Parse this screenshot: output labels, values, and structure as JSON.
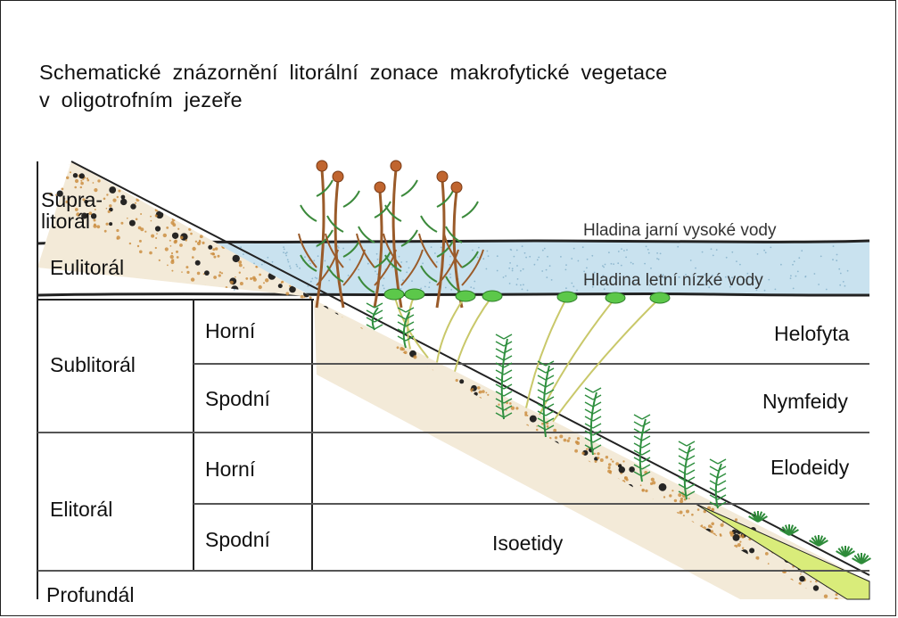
{
  "title": {
    "line1": "Schematické znázornění litorální zonace makrofytické vegetace",
    "line2": "v oligotrofním jezeře"
  },
  "zones": {
    "supralitoral_line1": "Supra-",
    "supralitoral_line2": "litorál",
    "eulitoral": "Eulitorál",
    "sublitoral": "Sublitorál",
    "elitoral": "Elitorál",
    "profundal": "Profundál"
  },
  "subzones": {
    "sublitoral_upper": "Horní",
    "sublitoral_lower": "Spodní",
    "elitoral_upper": "Horní",
    "elitoral_lower": "Spodní"
  },
  "water_levels": {
    "spring_high": "Hladina jarní vysoké vody",
    "summer_low": "Hladina letní nízké vody"
  },
  "vegetation": {
    "helophytes": "Helofyta",
    "nymphaeids": "Nymfeidy",
    "elodeids": "Elodeidy",
    "isoetids": "Isoetidy"
  },
  "colors": {
    "water": "#c9e2ef",
    "sediment": "#f3ead8",
    "sediment_speckle": "#c98a3a",
    "stones": "#1a1a1a",
    "reed_stem": "#9a5b2a",
    "reed_leaf": "#3c8a3c",
    "lily_pad": "#5cc84a",
    "lily_stem": "#c9c86a",
    "submerged": "#2f8f3f",
    "isoetid_zone": "#d9ec7a",
    "lines": "#222222"
  }
}
